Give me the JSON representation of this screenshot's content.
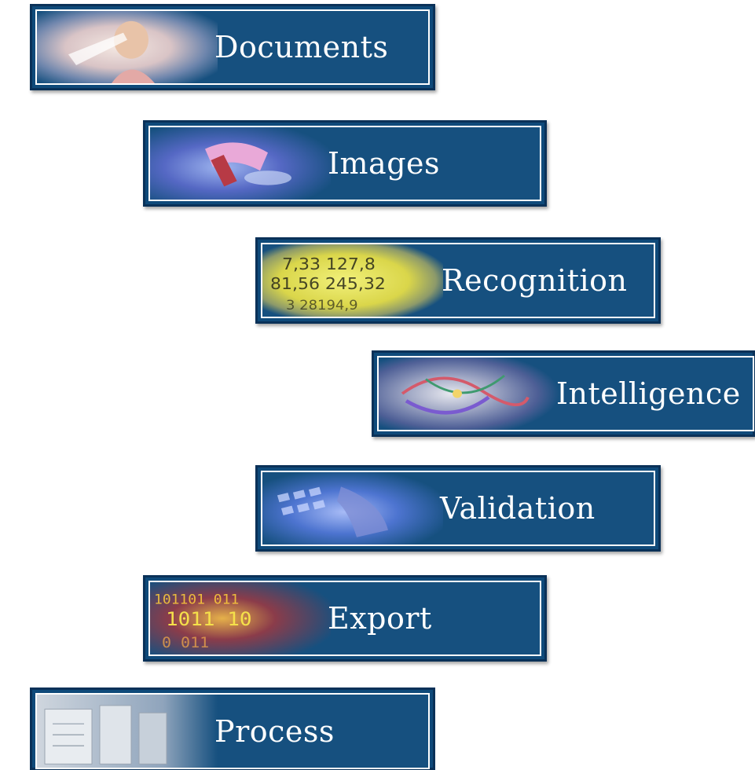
{
  "steps": [
    {
      "label": "Documents",
      "icon": "person-reading-icon"
    },
    {
      "label": "Images",
      "icon": "scanner-hand-icon"
    },
    {
      "label": "Recognition",
      "icon": "numbers-icon"
    },
    {
      "label": "Intelligence",
      "icon": "swirl-icon"
    },
    {
      "label": "Validation",
      "icon": "keyboard-icon"
    },
    {
      "label": "Export",
      "icon": "binary-data-icon"
    },
    {
      "label": "Process",
      "icon": "server-room-icon"
    }
  ],
  "colors": {
    "box": "#0f4a7a",
    "box_border": "#0a3158",
    "text": "#ffffff"
  }
}
